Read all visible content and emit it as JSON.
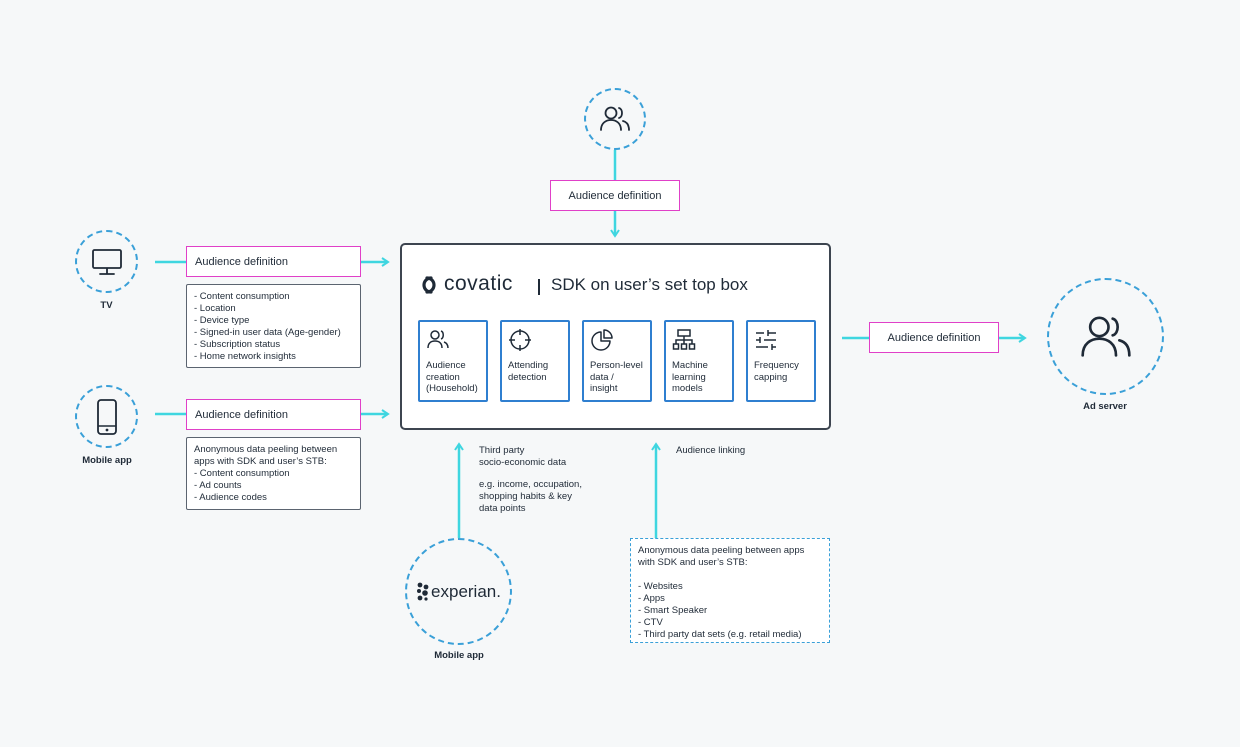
{
  "brand": {
    "name": "covatic",
    "subtitle": "SDK on user’s set top box",
    "accent": "#2f7fd0",
    "connector": "#3fd6e0",
    "highlight": "#e040c8"
  },
  "features": [
    {
      "icon": "users-icon",
      "lines": [
        "Audience",
        "creation",
        "(Household)"
      ]
    },
    {
      "icon": "crosshair-icon",
      "lines": [
        "Attending",
        "detection"
      ]
    },
    {
      "icon": "pie-chart-icon",
      "lines": [
        "Person-level",
        "data /",
        "insight"
      ]
    },
    {
      "icon": "hierarchy-icon",
      "lines": [
        "Machine",
        "learning",
        "models"
      ]
    },
    {
      "icon": "sliders-icon",
      "lines": [
        "Frequency",
        "capping"
      ]
    }
  ],
  "top_source": {
    "icon": "users-icon",
    "box": "Audience definition"
  },
  "tv": {
    "label": "TV",
    "icon": "tv-icon",
    "box": "Audience definition",
    "details": [
      "- Content consumption",
      "- Location",
      "- Device type",
      "- Signed-in user data (Age-gender)",
      "- Subscription status",
      "- Home network insights"
    ]
  },
  "mobile": {
    "label": "Mobile app",
    "icon": "phone-icon",
    "box": "Audience definition",
    "details": [
      "Anonymous data peeling between",
      "apps with SDK and user’s STB:",
      "- Content consumption",
      "- Ad counts",
      "- Audience codes"
    ]
  },
  "output": {
    "box": "Audience definition",
    "label": "Ad server",
    "icon": "users-icon"
  },
  "experian": {
    "logo": "experian.",
    "label": "Mobile app",
    "title_lines": [
      "Third party",
      "socio-economic data"
    ],
    "example_lines": [
      "e.g. income, occupation,",
      "shopping habits & key",
      "data points"
    ]
  },
  "linking": {
    "label": "Audience linking",
    "details": [
      "Anonymous data peeling between apps",
      "with SDK and user’s STB:",
      "",
      "- Websites",
      "- Apps",
      "- Smart Speaker",
      "- CTV",
      "- Third party dat sets (e.g. retail media)"
    ]
  }
}
